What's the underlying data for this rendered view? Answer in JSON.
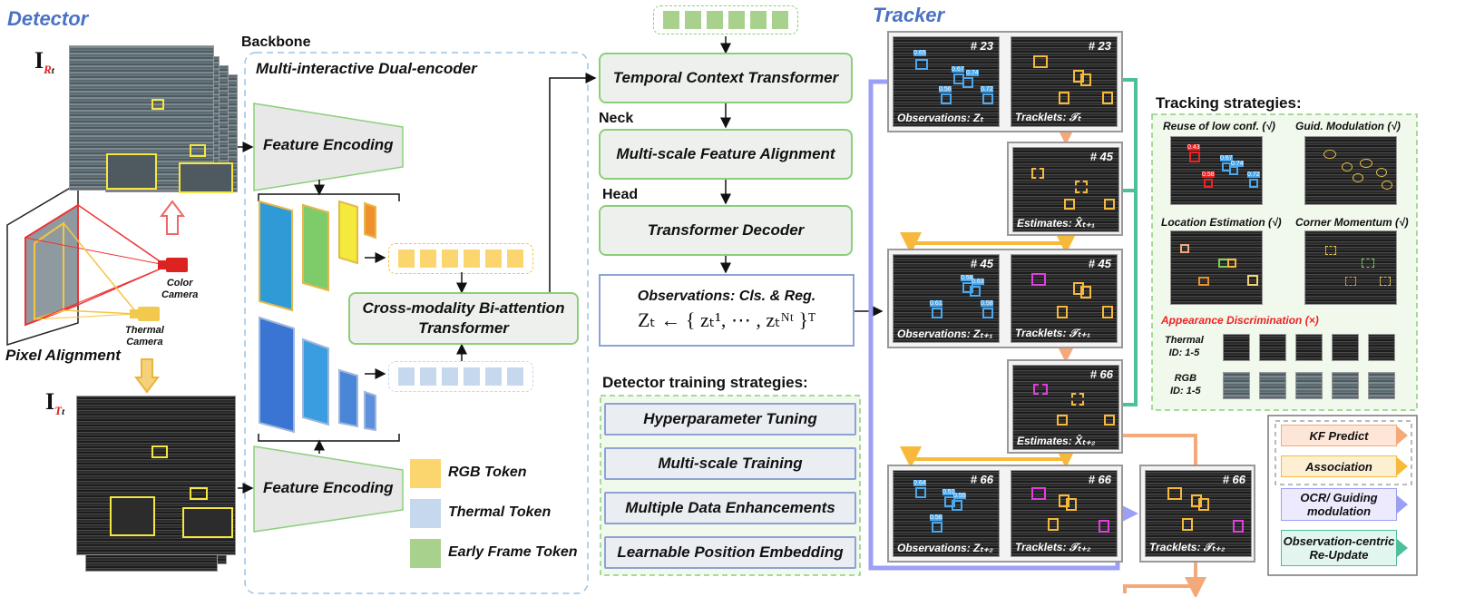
{
  "sections": {
    "detector": "Detector",
    "tracker": "Tracker"
  },
  "detector": {
    "backbone": "Backbone",
    "dual_encoder": "Multi-interactive Dual-encoder",
    "feature_encoding_top": "Feature Encoding",
    "feature_encoding_bottom": "Feature Encoding",
    "cross_modality_line1": "Cross-modality Bi-attention",
    "cross_modality_line2": "Transformer",
    "color_camera_line1": "Color",
    "color_camera_line2": "Camera",
    "thermal_camera_line1": "Thermal",
    "thermal_camera_line2": "Camera",
    "pixel_alignment": "Pixel Alignment",
    "input_rgb": "I",
    "input_rgb_sub": "R",
    "input_thermal": "I",
    "input_thermal_sub": "T",
    "input_time_sub": "t"
  },
  "pipeline": {
    "temporal": "Temporal Context Transformer",
    "neck_label": "Neck",
    "multiscale_align": "Multi-scale Feature Alignment",
    "head_label": "Head",
    "decoder": "Transformer Decoder",
    "observations_line1": "Observations: Cls. & Reg.",
    "observations_formula": "Zₜ ← { zₜ¹, ⋯ , zₜᴺᵗ }ᵀ"
  },
  "legend_tokens": [
    {
      "label": "RGB Token",
      "color": "#fbd66f"
    },
    {
      "label": "Thermal Token",
      "color": "#c5d8ee"
    },
    {
      "label": "Early Frame Token",
      "color": "#a9d18e"
    }
  ],
  "training": {
    "title": "Detector training strategies:",
    "items": [
      "Hyperparameter Tuning",
      "Multi-scale Training",
      "Multiple Data Enhancements",
      "Learnable Position Embedding"
    ]
  },
  "tracker": {
    "row1": {
      "obs_frame": "# 23",
      "trk_frame": "# 23",
      "obs_cap": "Observations: Zₜ",
      "trk_cap": "Tracklets: 𝒯ₜ"
    },
    "est1": {
      "frame": "# 45",
      "cap": "Estimates: X̂ₜ₊₁"
    },
    "row2": {
      "obs_frame": "# 45",
      "trk_frame": "# 45",
      "obs_cap": "Observations: Zₜ₊₁",
      "trk_cap": "Tracklets: 𝒯ₜ₊₁"
    },
    "est2": {
      "frame": "# 66",
      "cap": "Estimates: X̂ₜ₊₂"
    },
    "row3": {
      "obs_frame": "# 66",
      "trk_frame": "# 66",
      "obs_cap": "Observations: Zₜ₊₂",
      "trk_cap": "Tracklets: 𝒯ₜ₊₂"
    },
    "final": {
      "frame": "# 66",
      "cap": "Tracklets: 𝒯ₜ₊₂"
    },
    "scores_row1": [
      "0.65",
      "0.67",
      "0.74",
      "0.56",
      "0.72"
    ],
    "scores_row2": [
      "0.58",
      "0.63",
      "0.61",
      "0.58"
    ],
    "scores_row3": [
      "0.64",
      "0.51",
      "0.55",
      "0.56"
    ]
  },
  "tracking_strategies": {
    "title": "Tracking strategies:",
    "reuse": "Reuse of low conf. (√)",
    "guid": "Guid. Modulation (√)",
    "location": "Location Estimation (√)",
    "corner": "Corner Momentum (√)",
    "appearance": "Appearance Discrimination (×)",
    "thermal_id_line1": "Thermal",
    "thermal_id_line2": "ID: 1-5",
    "rgb_id_line1": "RGB",
    "rgb_id_line2": "ID: 1-5",
    "reuse_scores": [
      "0.43",
      "0.67",
      "0.74",
      "0.58",
      "0.72"
    ]
  },
  "tracker_legend": [
    {
      "label": "KF Predict",
      "color": "#f4a97a"
    },
    {
      "label": "Association",
      "color": "#f6b93b"
    },
    {
      "label": "OCR/ Guiding modulation",
      "color": "#9b9ff5"
    },
    {
      "label": "Observation-centric Re-Update",
      "color": "#4dbf9c"
    }
  ]
}
